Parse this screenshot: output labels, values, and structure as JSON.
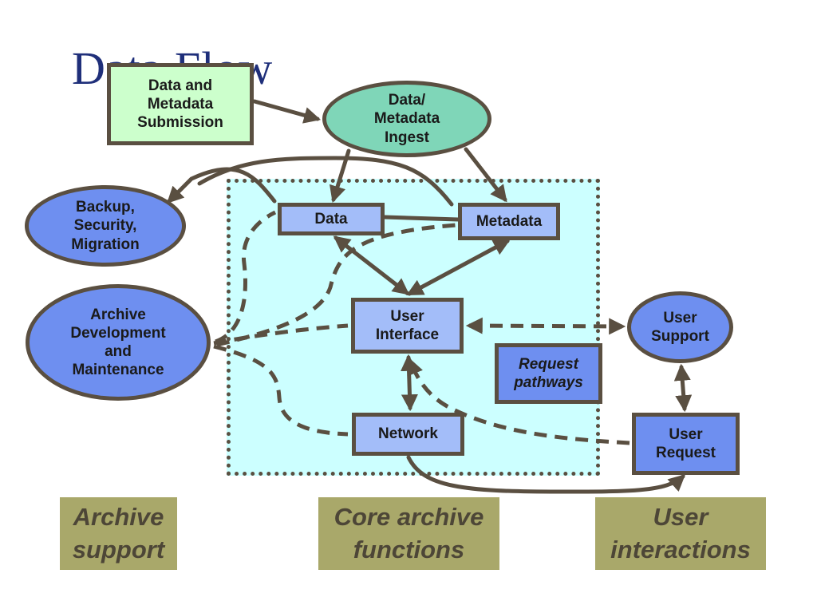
{
  "slide": {
    "title": "Data Flow"
  },
  "nodes": {
    "submission": "Data and\nMetadata\nSubmission",
    "ingest": "Data/\nMetadata\nIngest",
    "backup": "Backup,\nSecurity,\nMigration",
    "archive_dev": "Archive\nDevelopment\nand\nMaintenance",
    "data": "Data",
    "metadata": "Metadata",
    "user_interface": "User\nInterface",
    "network": "Network",
    "user_support": "User\nSupport",
    "user_request": "User\nRequest",
    "request_pathways": "Request\npathways"
  },
  "categories": {
    "archive_support": "Archive\nsupport",
    "core_functions": "Core archive\nfunctions",
    "user_interactions": "User\ninteractions"
  },
  "colors": {
    "stroke": "#5a4f41",
    "core_region": "#ccffff",
    "title": "#1f2f7a",
    "node_dark": "#6e8ff0",
    "node_light": "#a3bdf9",
    "ingest": "#7fd6b8",
    "submission": "#ccffcc",
    "category": "#a9a86a"
  }
}
